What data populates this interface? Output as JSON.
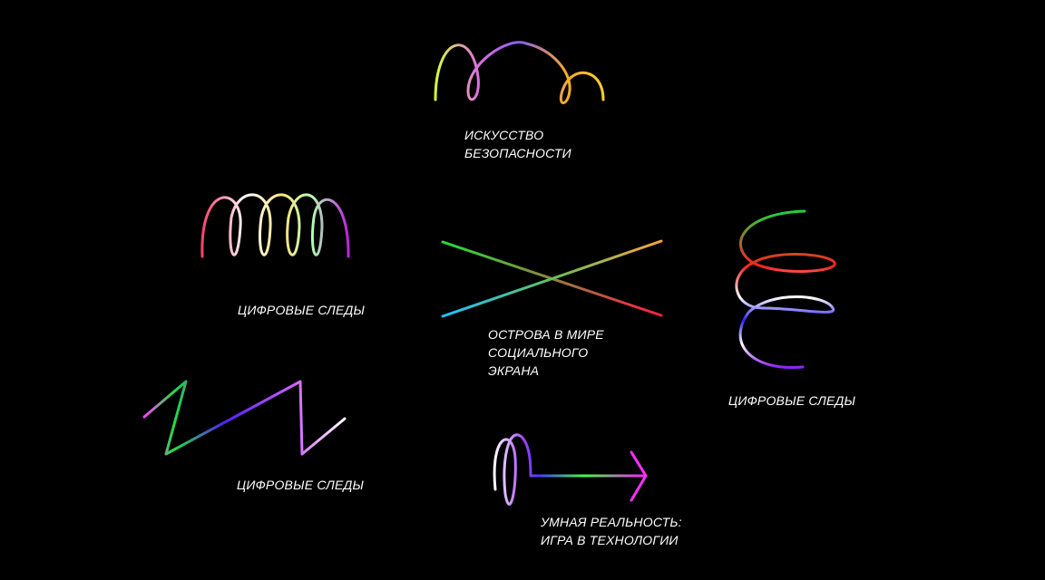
{
  "items": [
    {
      "lines": [
        "ИСКУССТВО",
        "БЕЗОПАСНОСТИ"
      ],
      "icon": "looping-arcs-icon"
    },
    {
      "lines": [
        "ЦИФРОВЫЕ СЛЕДЫ"
      ],
      "icon": "horizontal-spiral-icon"
    },
    {
      "lines": [
        "ОСТРОВА В МИРЕ",
        "СОЦИАЛЬНОГО",
        "ЭКРАНА"
      ],
      "icon": "crossed-lines-icon"
    },
    {
      "lines": [
        "ЦИФРОВЫЕ СЛЕДЫ"
      ],
      "icon": "vertical-spiral-icon"
    },
    {
      "lines": [
        "ЦИФРОВЫЕ СЛЕДЫ"
      ],
      "icon": "zigzag-icon"
    },
    {
      "lines": [
        "УМНАЯ РЕАЛЬНОСТЬ:",
        "ИГРА В ТЕХНОЛОГИИ"
      ],
      "icon": "loop-arrow-icon"
    }
  ],
  "colors": {
    "background": "#000000",
    "text": "#ffffff"
  }
}
